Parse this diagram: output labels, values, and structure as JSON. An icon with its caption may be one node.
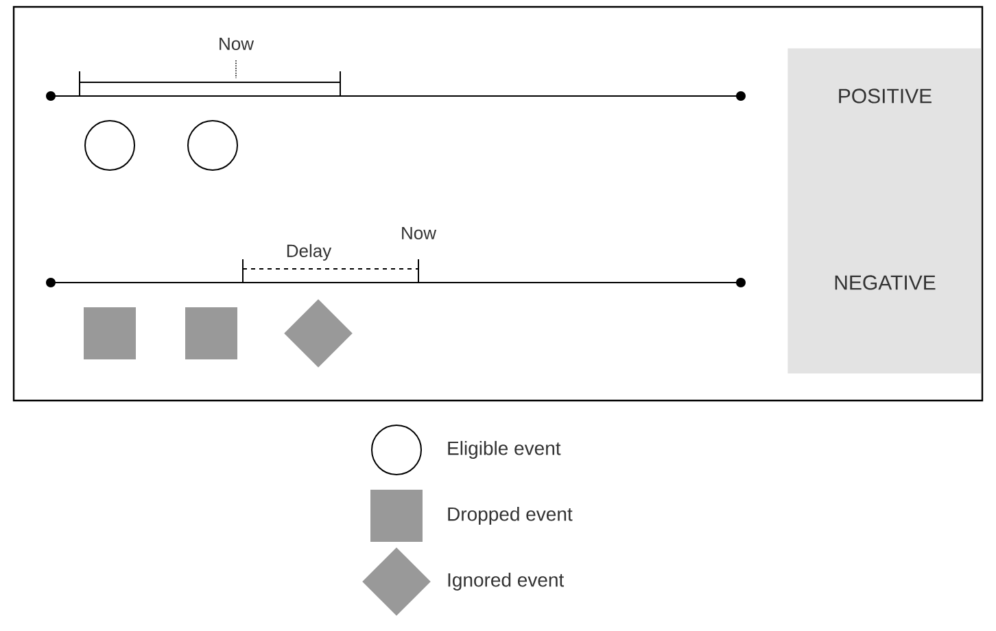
{
  "diagram": {
    "nodes": [
      {
        "text": [
          "POSITIVE",
          "NEGATIVE"
        ]
      },
      {
        "text": [],
        "shape": "circle"
      },
      {
        "text": [],
        "shape": "circle"
      },
      {
        "text": [],
        "shape": "box"
      },
      {
        "text": [],
        "shape": "box"
      },
      {
        "text": [],
        "shape": "diamond"
      }
    ],
    "labels": [
      "Now",
      "Delay",
      "Now"
    ],
    "legend": [
      {
        "text": "Eligible event"
      },
      {
        "text": "Dropped event"
      },
      {
        "text": "Ignored event"
      }
    ]
  }
}
